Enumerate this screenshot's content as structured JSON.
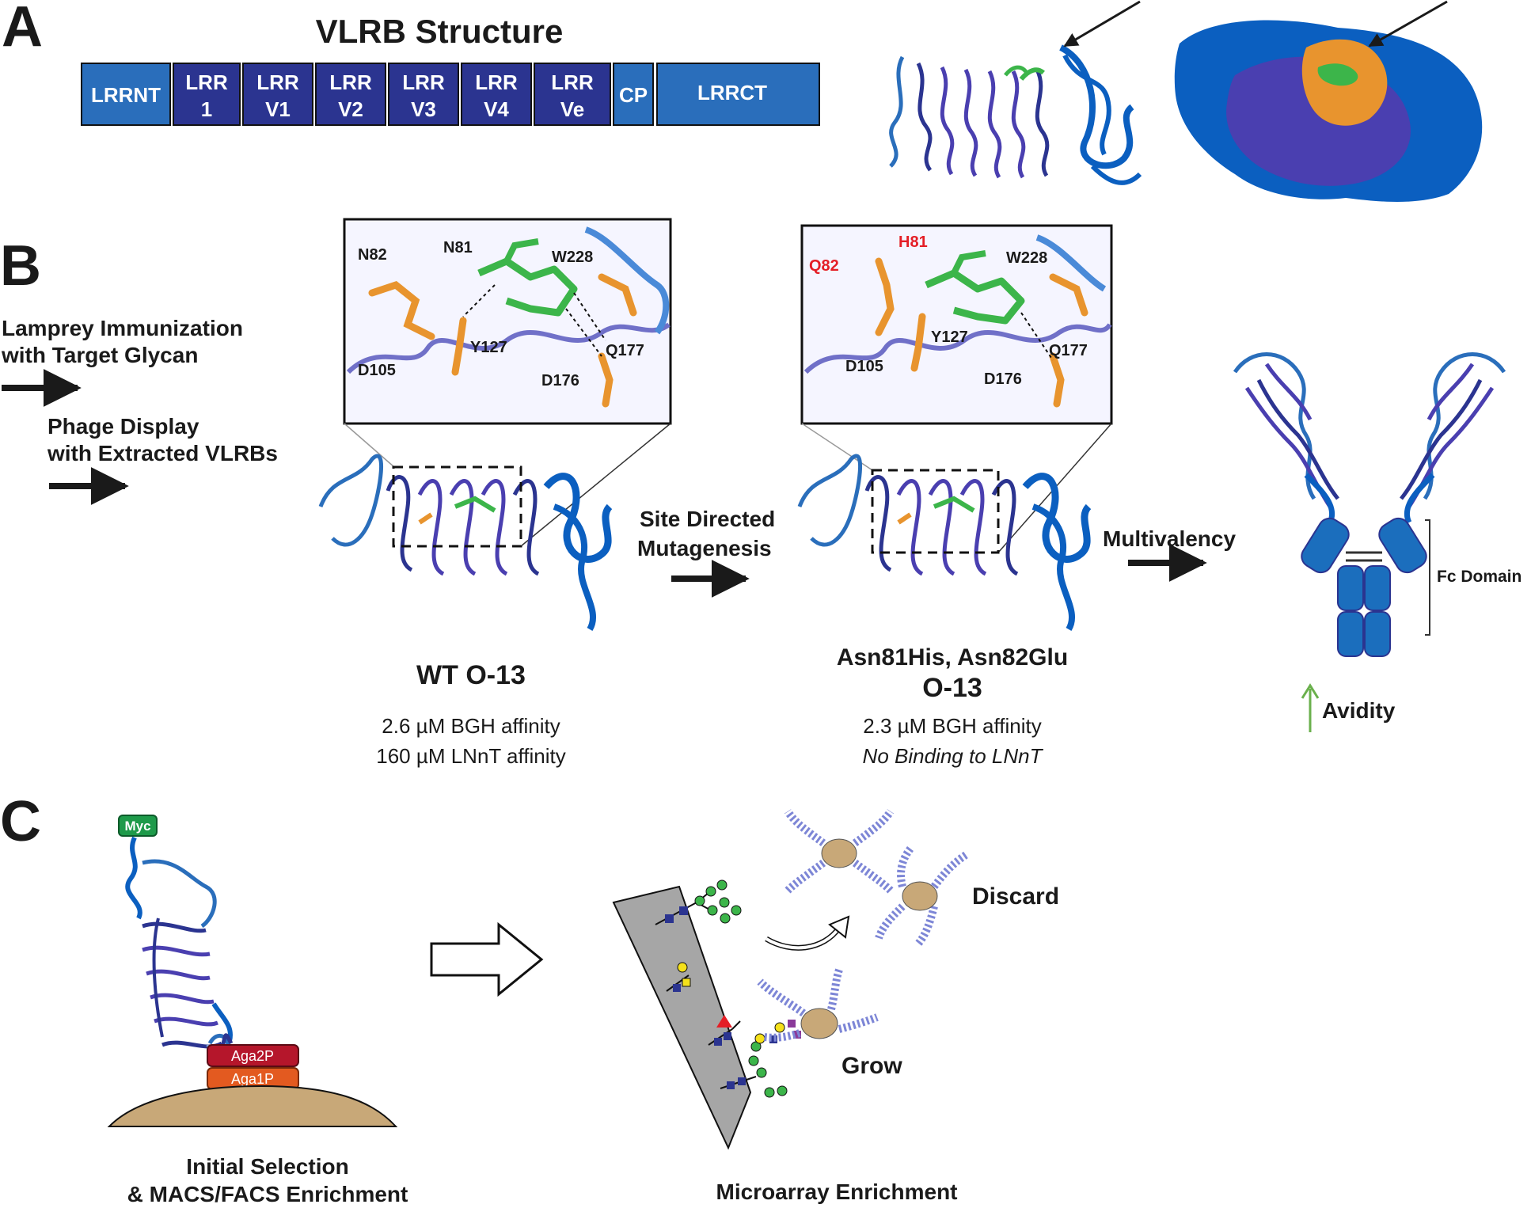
{
  "panels": {
    "a": "A",
    "b": "B",
    "c": "C"
  },
  "panel_a": {
    "title": "VLRB Structure",
    "domains": [
      {
        "line1": "LRRNT",
        "line2": ""
      },
      {
        "line1": "LRR",
        "line2": "1"
      },
      {
        "line1": "LRR",
        "line2": "V1"
      },
      {
        "line1": "LRR",
        "line2": "V2"
      },
      {
        "line1": "LRR",
        "line2": "V3"
      },
      {
        "line1": "LRR",
        "line2": "V4"
      },
      {
        "line1": "LRR",
        "line2": "Ve"
      },
      {
        "line1": "CP",
        "line2": ""
      },
      {
        "line1": "LRRCT",
        "line2": ""
      }
    ]
  },
  "panel_b": {
    "left_steps": {
      "step1_line1": "Lamprey Immunization",
      "step1_line2": "with Target Glycan",
      "step2_line1": "Phage Display",
      "step2_line2": "with Extracted VLRBs"
    },
    "wt_inset": {
      "residues": [
        "N82",
        "N81",
        "W228",
        "Y127",
        "D105",
        "Q177",
        "D176"
      ]
    },
    "mut_inset": {
      "mutated_residues": [
        "Q82",
        "H81"
      ],
      "residues": [
        "W228",
        "Y127",
        "D105",
        "Q177",
        "D176"
      ]
    },
    "wt": {
      "name": "WT O-13",
      "affinity1": "2.6 µM BGH affinity",
      "affinity2": "160 µM LNnT affinity"
    },
    "sdm_line1": "Site Directed",
    "sdm_line2": "Mutagenesis",
    "mutant": {
      "name1": "Asn81His, Asn82Glu",
      "name2": "O-13",
      "affinity1": "2.3 µM BGH affinity",
      "affinity2": "No Binding to LNnT"
    },
    "multivalency": "Multivalency",
    "fc_domain": "Fc Domain",
    "avidity": "Avidity"
  },
  "panel_c": {
    "tags": {
      "myc": "Myc",
      "aga2p": "Aga2P",
      "aga1p": "Aga1P"
    },
    "initial_line1": "Initial Selection",
    "initial_line2": "& MACS/FACS Enrichment",
    "discard": "Discard",
    "grow": "Grow",
    "microarray": "Microarray Enrichment"
  },
  "colors": {
    "navy": "#2b3490",
    "medium_blue": "#2a6ebb",
    "bright_blue": "#0b5fc0",
    "indigo": "#4a3fb0",
    "orange": "#e8942e",
    "glycan_green": "#3cb54a",
    "accent_red": "#e41e26",
    "yeast_tan": "#c8a878",
    "aga2p_red": "#b5162b",
    "aga1p_orange": "#e35a20",
    "myc_green": "#1e9a4a",
    "avidity_arrow": "#6ab04c",
    "array_gray": "#a6a6a6"
  }
}
